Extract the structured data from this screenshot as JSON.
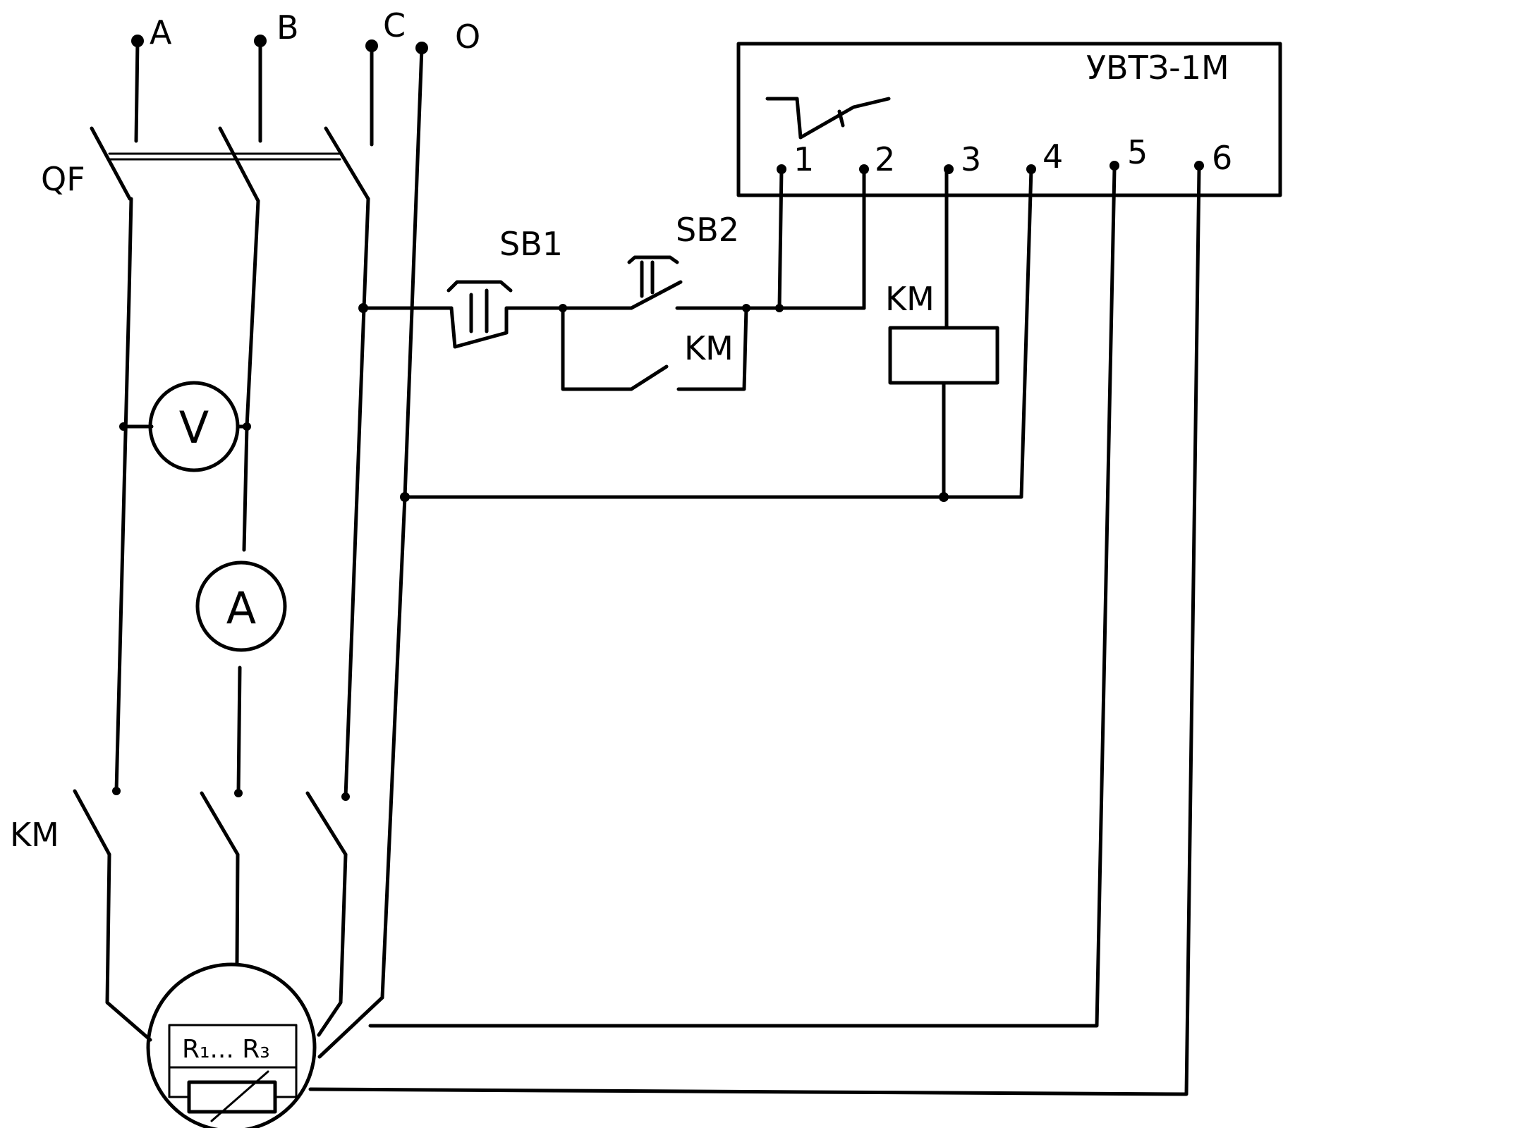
{
  "phases": {
    "a": "A",
    "b": "B",
    "c": "C",
    "neutral": "O"
  },
  "breaker": {
    "label": "QF"
  },
  "voltmeter": {
    "label": "V"
  },
  "ammeter": {
    "label": "A"
  },
  "contactor_main": {
    "label": "KM"
  },
  "buttons": {
    "sb1": "SB1",
    "sb2": "SB2"
  },
  "aux_contact": {
    "label": "KM"
  },
  "coil": {
    "label": "KM"
  },
  "relay": {
    "title": "УВТЗ-1М",
    "terminals": [
      "1",
      "2",
      "3",
      "4",
      "5",
      "6"
    ]
  },
  "motor": {
    "sensor_label": "R₁... R₃"
  }
}
